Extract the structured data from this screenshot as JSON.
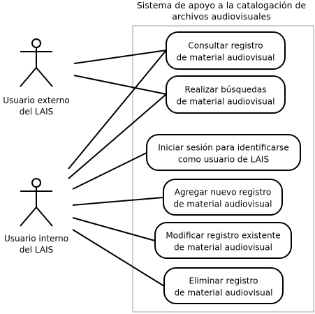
{
  "system": {
    "title_lines": [
      "Sistema de apoyo a la catalogación de",
      "archivos audiovisuales"
    ],
    "border_color": "#bdbdbd"
  },
  "actors": [
    {
      "id": "externo",
      "label_lines": [
        "Usuario externo",
        "del LAIS"
      ]
    },
    {
      "id": "interno",
      "label_lines": [
        "Usuario interno",
        "del LAIS"
      ]
    }
  ],
  "use_cases": [
    {
      "id": "consultar",
      "label_lines": [
        "Consultar registro",
        "de material audiovisual"
      ]
    },
    {
      "id": "realizar",
      "label_lines": [
        "Realizar búsquedas",
        "de material audiovisual"
      ]
    },
    {
      "id": "iniciar",
      "label_lines": [
        "Iniciar sesión para identificarse",
        "como usuario de LAIS"
      ]
    },
    {
      "id": "agregar",
      "label_lines": [
        "Agregar nuevo registro",
        "de material audiovisual"
      ]
    },
    {
      "id": "modificar",
      "label_lines": [
        "Modificar registro existente",
        "de material audiovisual"
      ]
    },
    {
      "id": "eliminar",
      "label_lines": [
        "Eliminar registro",
        "de material audiovisual"
      ]
    }
  ],
  "associations": [
    {
      "actor": "externo",
      "use_case": "consultar"
    },
    {
      "actor": "externo",
      "use_case": "realizar"
    },
    {
      "actor": "interno",
      "use_case": "consultar"
    },
    {
      "actor": "interno",
      "use_case": "realizar"
    },
    {
      "actor": "interno",
      "use_case": "iniciar"
    },
    {
      "actor": "interno",
      "use_case": "agregar"
    },
    {
      "actor": "interno",
      "use_case": "modificar"
    },
    {
      "actor": "interno",
      "use_case": "eliminar"
    }
  ]
}
